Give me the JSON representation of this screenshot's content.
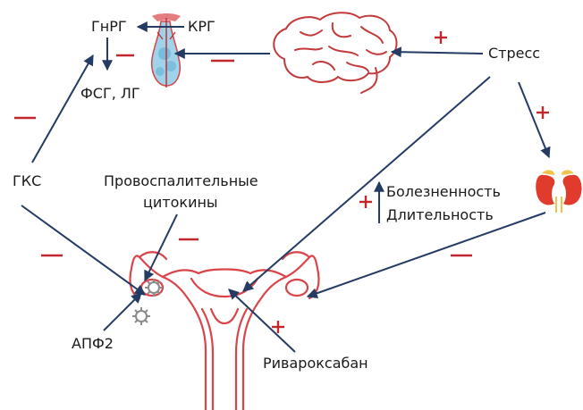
{
  "labels": {
    "gnrg": "ГнРГ",
    "krg": "КРГ",
    "fsg_lg": "ФСГ, ЛГ",
    "stress": "Стресс",
    "gks": "ГКС",
    "cytokines_line1": "Провоспалительные",
    "cytokines_line2": "цитокины",
    "pain_line1": "Болезненность",
    "pain_line2": "Длительность",
    "apf2": "АПФ2",
    "rivaroxaban": "Ривароксабан"
  },
  "colors": {
    "arrow": "#243b63",
    "sign": "#c0282d",
    "organ": "#d9444a",
    "brain": "#c23a3a",
    "kidney": "#e03b2c",
    "adrenal": "#f2c24a",
    "pituitary": "#6bb7d9"
  }
}
